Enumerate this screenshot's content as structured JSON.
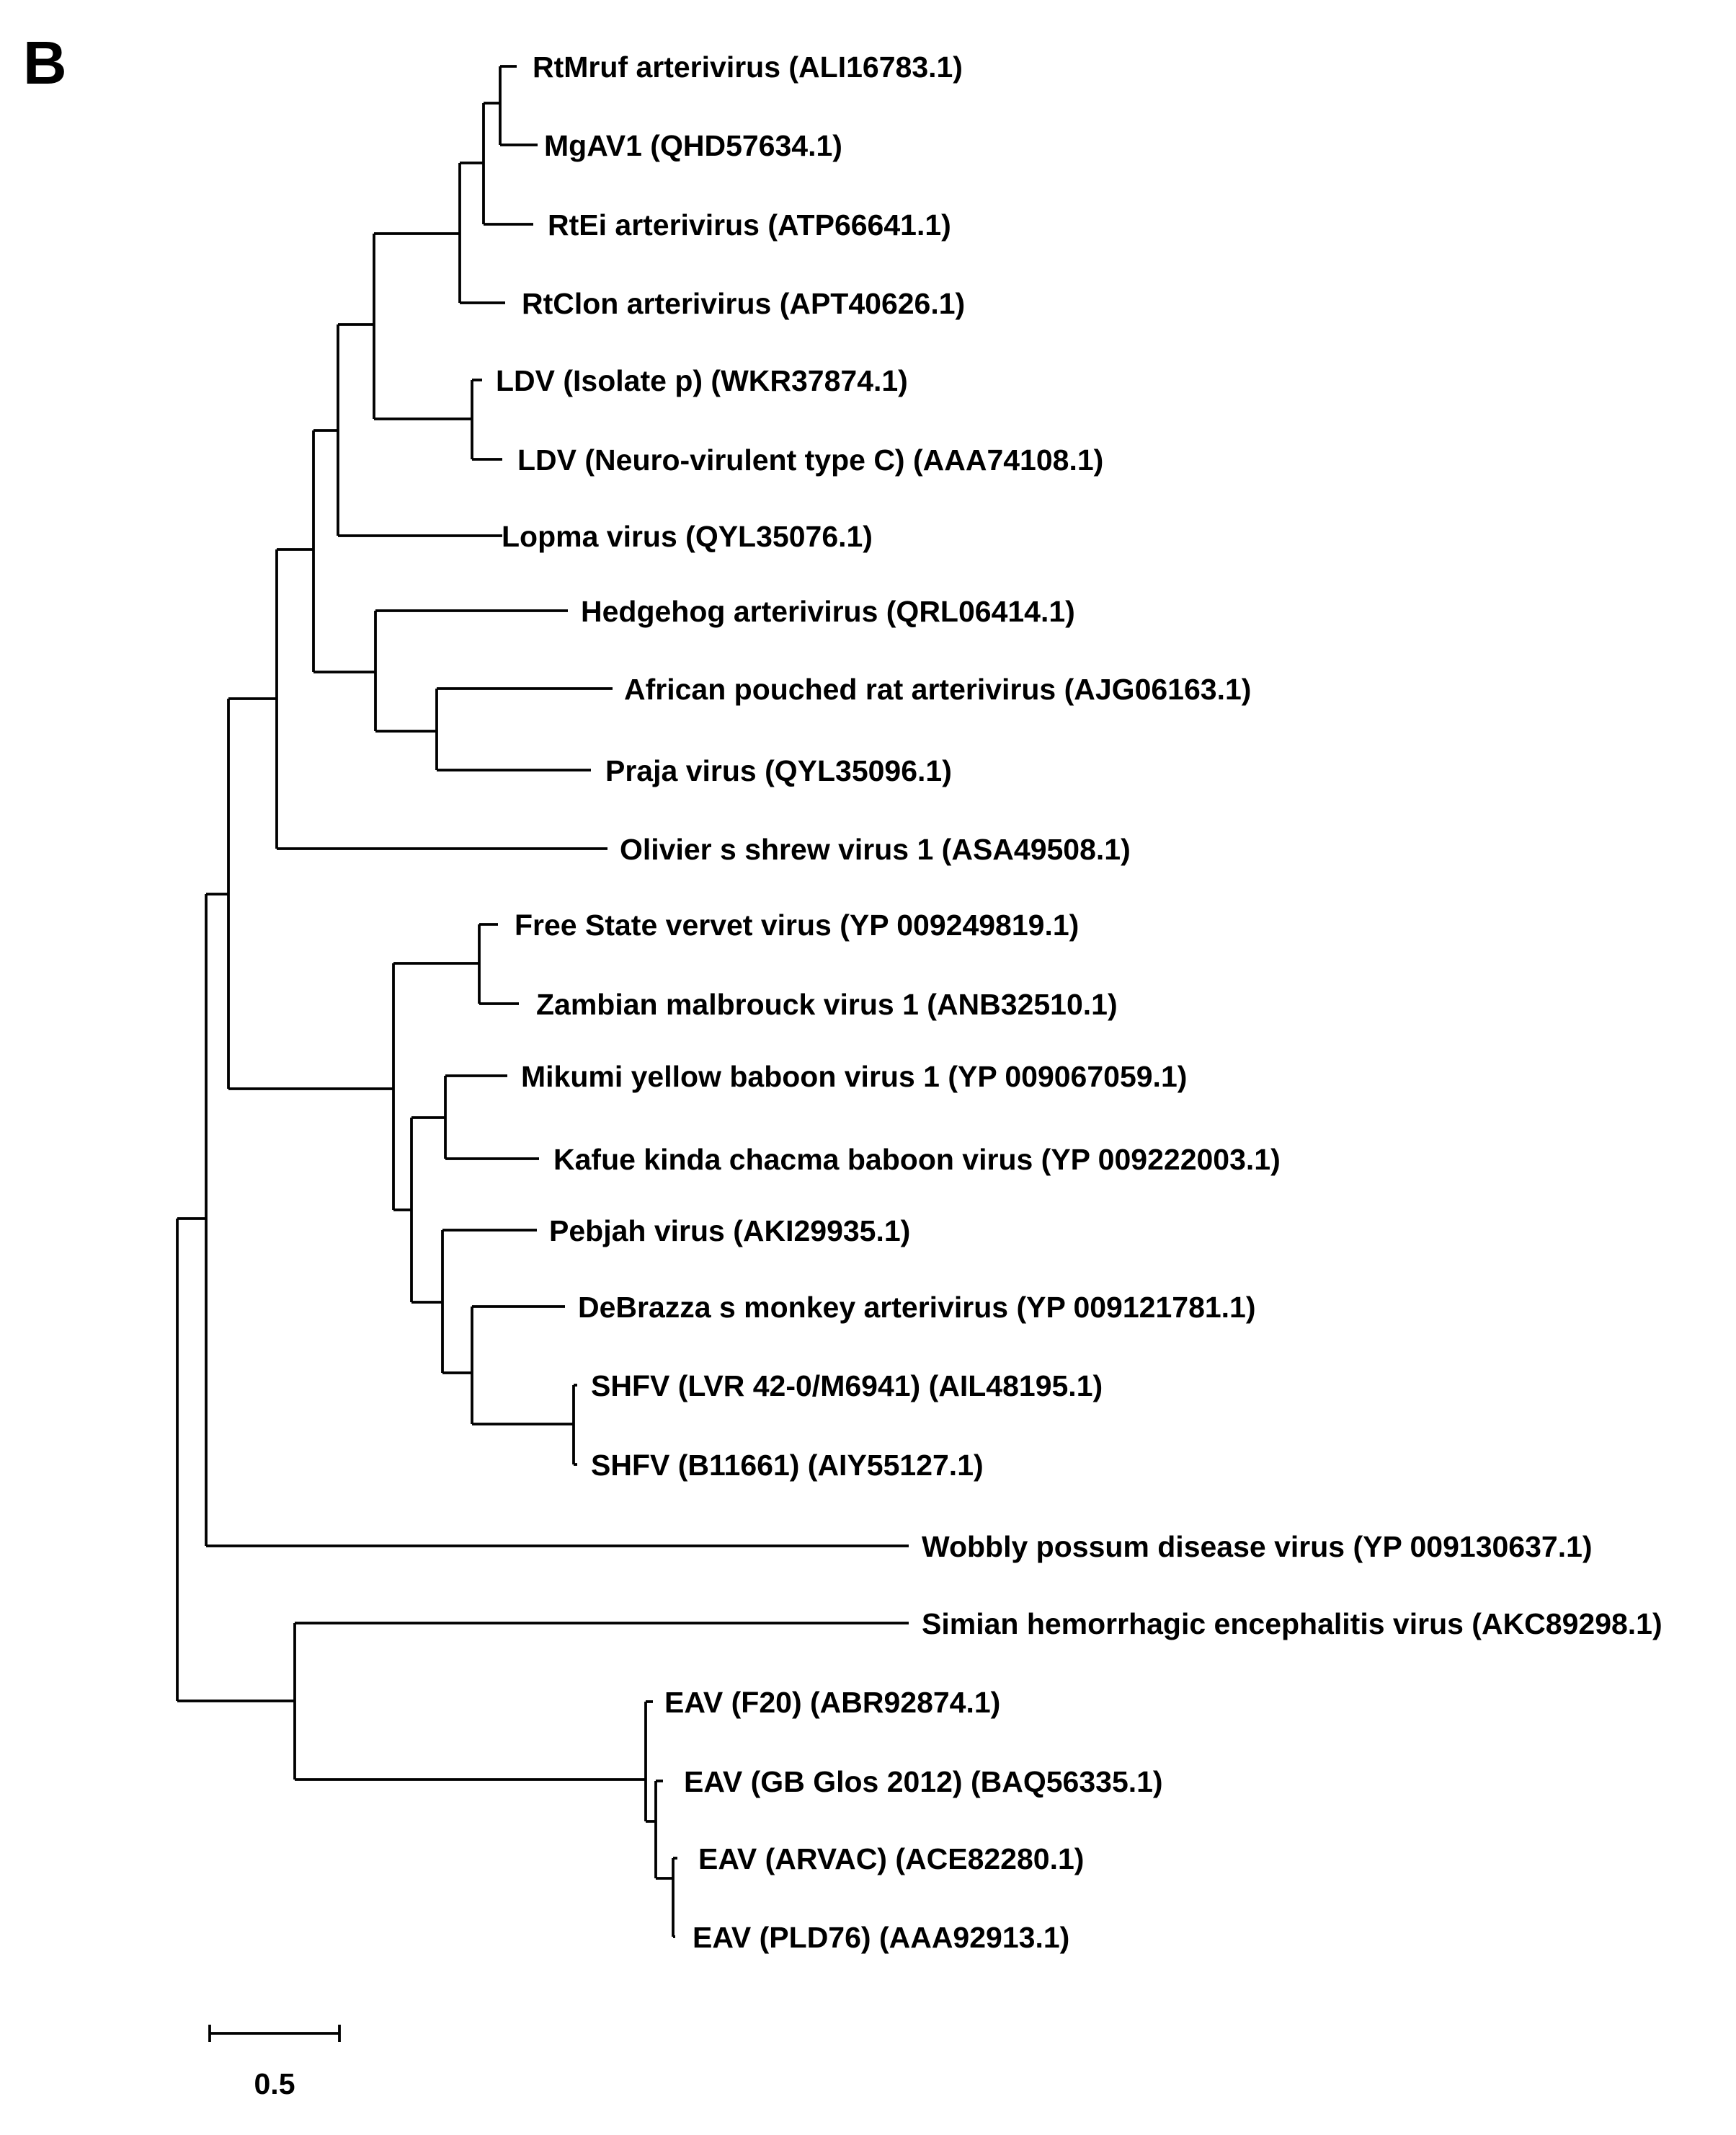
{
  "panel_label": "B",
  "scale_bar": {
    "label": "0.5",
    "length": 0.5
  },
  "tree": {
    "type": "phylogenetic-tree",
    "leaves": [
      "RtMruf arterivirus (ALI16783.1)",
      "MgAV1 (QHD57634.1)",
      "RtEi arterivirus (ATP66641.1)",
      "RtClon arterivirus (APT40626.1)",
      "LDV (Isolate p) (WKR37874.1)",
      "LDV (Neuro-virulent type C) (AAA74108.1)",
      "Lopma virus (QYL35076.1)",
      "Hedgehog arterivirus (QRL06414.1)",
      "African pouched rat arterivirus (AJG06163.1)",
      "Praja virus (QYL35096.1)",
      "Olivier s shrew virus 1 (ASA49508.1)",
      "Free State vervet virus (YP 009249819.1)",
      "Zambian malbrouck virus 1 (ANB32510.1)",
      "Mikumi yellow baboon virus 1 (YP 009067059.1)",
      "Kafue kinda chacma baboon virus (YP 009222003.1)",
      "Pebjah virus (AKI29935.1)",
      "DeBrazza s monkey arterivirus (YP 009121781.1)",
      "SHFV (LVR 42-0/M6941) (AIL48195.1)",
      "SHFV (B11661) (AIY55127.1)",
      "Wobbly possum disease virus (YP 009130637.1)",
      "Simian hemorrhagic encephalitis virus (AKC89298.1)",
      "EAV (F20) (ABR92874.1)",
      "EAV (GB Glos 2012) (BAQ56335.1)",
      "EAV (ARVAC) (ACE82280.1)",
      "EAV (PLD76) (AAA92913.1)"
    ]
  }
}
